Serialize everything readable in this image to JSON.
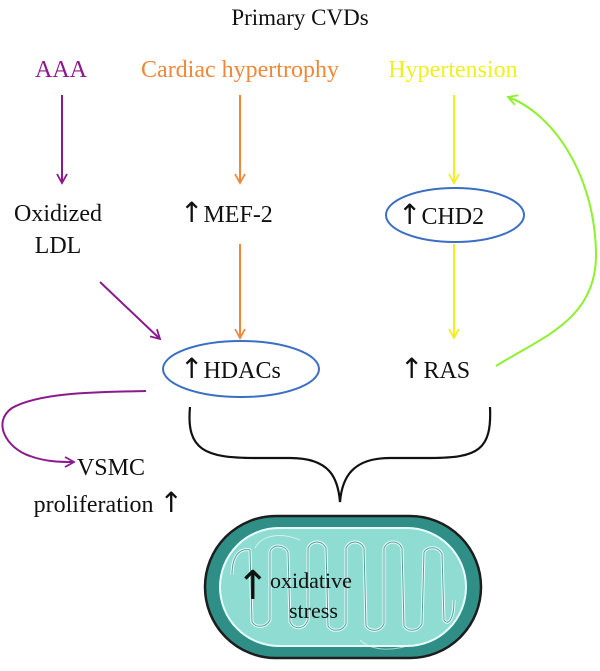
{
  "title": "Primary CVDs",
  "columns": [
    {
      "disease": "AAA",
      "color": "#8b1a8c"
    },
    {
      "disease": "Cardiac hypertrophy",
      "color": "#f0883c"
    },
    {
      "disease": "Hypertension",
      "color": "#f0f01e"
    }
  ],
  "nodes": {
    "oxidized_ldl": [
      "Oxidized",
      "LDL"
    ],
    "mef2": "MEF-2",
    "chd2": "CHD2",
    "hdacs": "HDACs",
    "ras": "RAS",
    "vsmc": [
      "VSMC",
      "proliferation"
    ],
    "stress": [
      "oxidative",
      "stress"
    ]
  },
  "icons": {
    "up_arrow": "up-arrow-icon",
    "mitochondrion": "mitochondrion-icon"
  },
  "colors": {
    "aaa": "#8b1a8c",
    "hypertrophy": "#f0883c",
    "hypertension": "#f0f01e",
    "feedback": "#8ef02e",
    "ellipse": "#3a6fc4",
    "mito_outer": "#38a89a",
    "mito_inner": "#8fdcd2"
  }
}
